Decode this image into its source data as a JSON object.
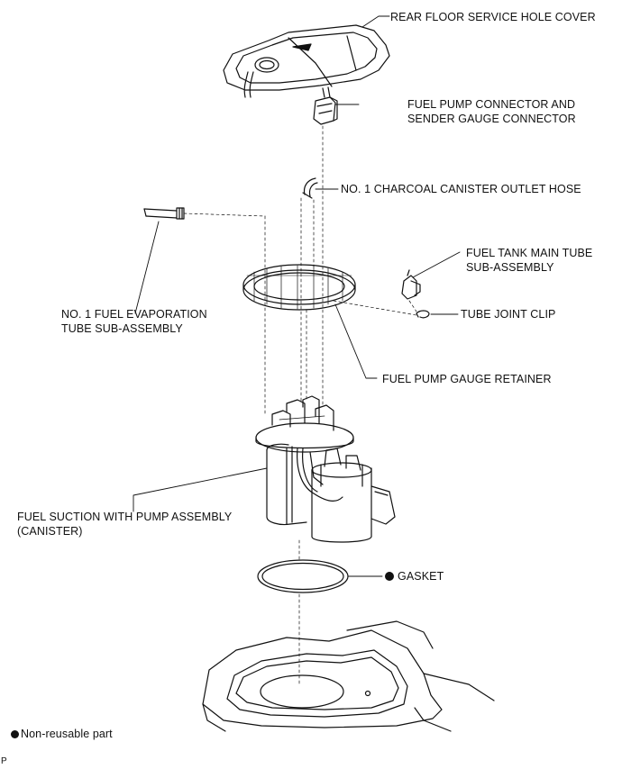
{
  "labels": {
    "rear_floor_cover": "REAR FLOOR SERVICE HOLE COVER",
    "fuel_pump_connector_1": "FUEL PUMP CONNECTOR AND",
    "fuel_pump_connector_2": "SENDER GAUGE CONNECTOR",
    "charcoal_hose": "NO. 1 CHARCOAL CANISTER OUTLET HOSE",
    "fuel_tank_tube_1": "FUEL TANK MAIN TUBE",
    "fuel_tank_tube_2": "SUB-ASSEMBLY",
    "evap_tube_1": "NO. 1 FUEL EVAPORATION",
    "evap_tube_2": "TUBE SUB-ASSEMBLY",
    "tube_joint_clip": "TUBE JOINT CLIP",
    "gauge_retainer": "FUEL PUMP GAUGE RETAINER",
    "suction_pump_1": "FUEL SUCTION WITH PUMP ASSEMBLY",
    "suction_pump_2": "(CANISTER)",
    "gasket": "GASKET",
    "legend_text": "Non-reusable part",
    "corner_mark": "P"
  },
  "legend": {
    "non_reusable_marker": "filled-circle"
  },
  "non_reusable_parts": [
    "GASKET"
  ]
}
